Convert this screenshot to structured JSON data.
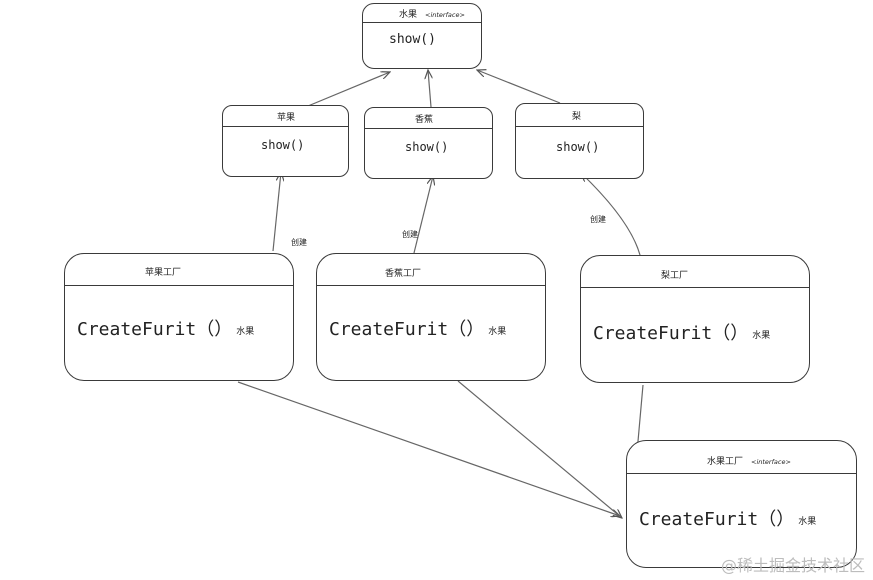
{
  "interface_fruit": {
    "title": "水果",
    "tag": "<interface>",
    "method": "show()"
  },
  "fruits": [
    {
      "title": "苹果",
      "method": "show()"
    },
    {
      "title": "香蕉",
      "method": "show()"
    },
    {
      "title": "梨",
      "method": "show()"
    }
  ],
  "factories": [
    {
      "title": "苹果工厂",
      "method": "CreateFurit（）",
      "ret": "水果"
    },
    {
      "title": "香蕉工厂",
      "method": "CreateFurit（）",
      "ret": "水果"
    },
    {
      "title": "梨工厂",
      "method": "CreateFurit（）",
      "ret": "水果"
    }
  ],
  "interface_factory": {
    "title": "水果工厂",
    "tag": "<interface>",
    "method": "CreateFurit（）",
    "ret": "水果"
  },
  "edge_labels": [
    "创建",
    "创建",
    "创建"
  ],
  "watermark": "@稀土掘金技术社区"
}
